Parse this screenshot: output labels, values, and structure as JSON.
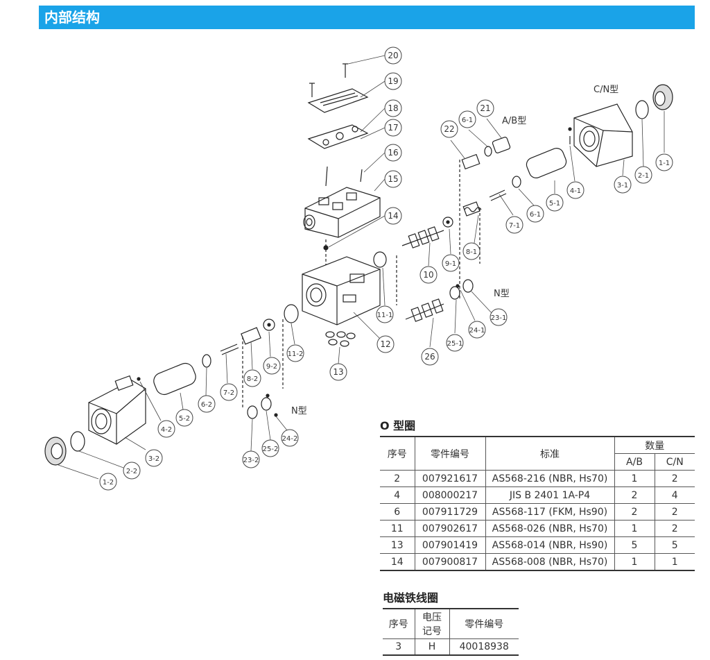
{
  "header": {
    "title": "内部结构"
  },
  "diagram": {
    "callouts": [
      "20",
      "19",
      "18",
      "17",
      "16",
      "15",
      "14",
      "12",
      "13",
      "10",
      "26",
      "22",
      "6-1",
      "21",
      "5-1",
      "4-1",
      "3-1",
      "2-1",
      "1-1",
      "7-1",
      "6-1",
      "8-1",
      "9-1",
      "11-1",
      "25-1",
      "24-1",
      "23-1",
      "1-2",
      "2-2",
      "3-2",
      "4-2",
      "5-2",
      "6-2",
      "7-2",
      "8-2",
      "9-2",
      "11-2",
      "23-2",
      "25-2",
      "24-2"
    ],
    "labels": {
      "ab_type": "A/B型",
      "cn_type": "C/N型",
      "n_type_1": "N型",
      "n_type_2": "N型"
    }
  },
  "oring": {
    "title": "O 型圈",
    "headers": {
      "seq": "序号",
      "part": "零件编号",
      "std": "标准",
      "qty": "数量",
      "ab": "A/B",
      "cn": "C/N"
    },
    "rows": [
      {
        "seq": "2",
        "part": "007921617",
        "std": "AS568-216 (NBR, Hs70)",
        "ab": "1",
        "cn": "2"
      },
      {
        "seq": "4",
        "part": "008000217",
        "std": "JIS B 2401 1A-P4",
        "ab": "2",
        "cn": "4"
      },
      {
        "seq": "6",
        "part": "007911729",
        "std": "AS568-117 (FKM, Hs90)",
        "ab": "2",
        "cn": "2"
      },
      {
        "seq": "11",
        "part": "007902617",
        "std": "AS568-026 (NBR, Hs70)",
        "ab": "1",
        "cn": "2"
      },
      {
        "seq": "13",
        "part": "007901419",
        "std": "AS568-014 (NBR, Hs90)",
        "ab": "5",
        "cn": "5"
      },
      {
        "seq": "14",
        "part": "007900817",
        "std": "AS568-008 (NBR, Hs70)",
        "ab": "1",
        "cn": "1"
      }
    ]
  },
  "coil": {
    "title": "电磁铁线圈",
    "headers": {
      "seq": "序号",
      "volt_line1": "电压",
      "volt_line2": "记号",
      "part": "零件编号"
    },
    "rows": [
      {
        "seq": "3",
        "volt": "H",
        "part": "40018938"
      }
    ]
  }
}
